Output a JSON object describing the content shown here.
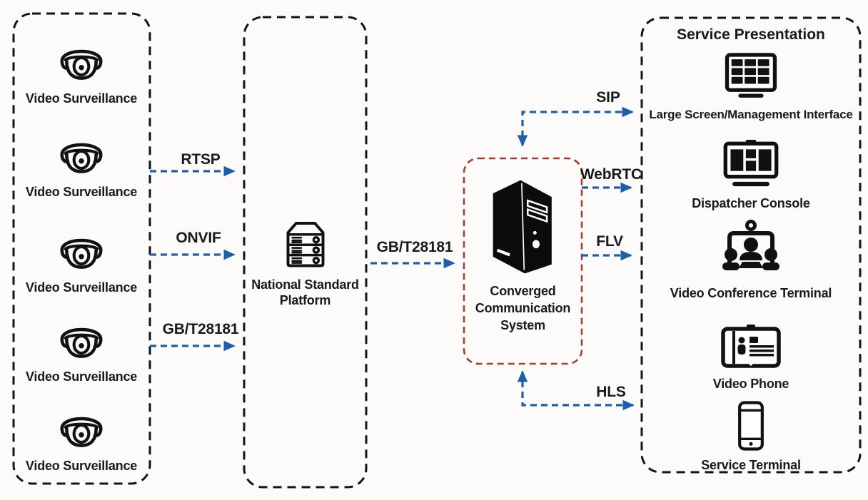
{
  "colors": {
    "background": "#fcfbfa",
    "arrow_blue": "#1d5fae",
    "converged_box_red": "#ac3a2d",
    "box_border_black": "#141414",
    "text": "#1a1a1a"
  },
  "left_panel": {
    "items": [
      {
        "label": "Video Surveillance",
        "icon": "dome-camera-icon"
      },
      {
        "label": "Video Surveillance",
        "icon": "dome-camera-icon"
      },
      {
        "label": "Video Surveillance",
        "icon": "dome-camera-icon"
      },
      {
        "label": "Video Surveillance",
        "icon": "dome-camera-icon"
      },
      {
        "label": "Video Surveillance",
        "icon": "dome-camera-icon"
      }
    ]
  },
  "platform_panel": {
    "label": "National Standard Platform",
    "icon": "server-rack-icon"
  },
  "converged_panel": {
    "label": "Converged Communication System",
    "icon": "tower-server-icon"
  },
  "service_panel": {
    "title": "Service Presentation",
    "items": [
      {
        "label": "Large Screen/Management Interface",
        "icon": "video-wall-icon"
      },
      {
        "label": "Dispatcher Console",
        "icon": "dispatcher-console-icon"
      },
      {
        "label": "Video Conference Terminal",
        "icon": "video-conference-icon"
      },
      {
        "label": "Video Phone",
        "icon": "video-phone-icon"
      },
      {
        "label": "Service Terminal",
        "icon": "smartphone-icon"
      }
    ]
  },
  "connections": [
    {
      "id": "rtsp",
      "label": "RTSP",
      "from": "video-surveillance",
      "to": "national-standard-platform"
    },
    {
      "id": "onvif",
      "label": "ONVIF",
      "from": "video-surveillance",
      "to": "national-standard-platform"
    },
    {
      "id": "gbt28181-cameras",
      "label": "GB/T28181",
      "from": "video-surveillance",
      "to": "national-standard-platform"
    },
    {
      "id": "gbt28181-platform",
      "label": "GB/T28181",
      "from": "national-standard-platform",
      "to": "converged-communication-system"
    },
    {
      "id": "sip",
      "label": "SIP",
      "from": "converged-communication-system",
      "to": "large-screen"
    },
    {
      "id": "webrtc",
      "label": "WebRTC",
      "from": "converged-communication-system",
      "to": "service-presentation"
    },
    {
      "id": "flv",
      "label": "FLV",
      "from": "converged-communication-system",
      "to": "service-presentation"
    },
    {
      "id": "hls",
      "label": "HLS",
      "from": "converged-communication-system",
      "to": "service-presentation"
    }
  ]
}
